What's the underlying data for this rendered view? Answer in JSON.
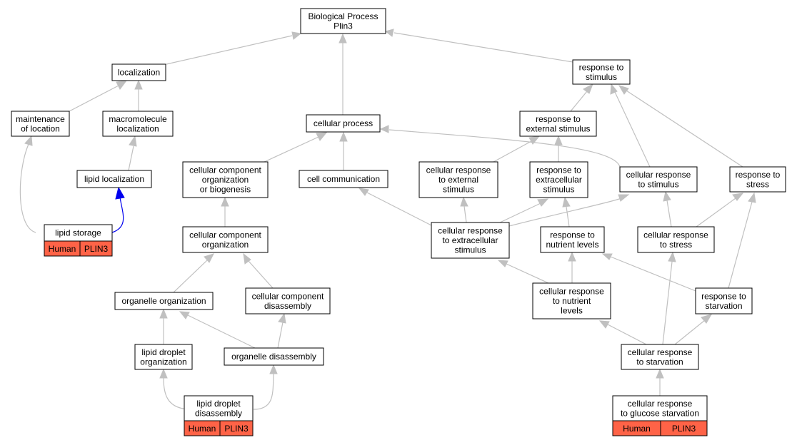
{
  "colors": {
    "edge": "#c0c0c0",
    "highlight_edge": "#0000ee",
    "annotation": "#ff6347"
  },
  "nodes": {
    "bp": [
      "Biological Process",
      "Plin3"
    ],
    "localization": [
      "localization"
    ],
    "response_to_stimulus": [
      "response to",
      "stimulus"
    ],
    "maintenance_of_location": [
      "maintenance",
      "of location"
    ],
    "macromolecule_localization": [
      "macromolecule",
      "localization"
    ],
    "cellular_process": [
      "cellular process"
    ],
    "response_to_external_stimulus": [
      "response to",
      "external stimulus"
    ],
    "lipid_localization": [
      "lipid localization"
    ],
    "ccob": [
      "cellular component",
      "organization",
      "or biogenesis"
    ],
    "cell_communication": [
      "cell communication"
    ],
    "cell_resp_external": [
      "cellular response",
      "to external",
      "stimulus"
    ],
    "resp_extracellular": [
      "response to",
      "extracellular",
      "stimulus"
    ],
    "cell_resp_stimulus": [
      "cellular response",
      "to stimulus"
    ],
    "response_to_stress": [
      "response to",
      "stress"
    ],
    "lipid_storage": [
      "lipid storage"
    ],
    "cc_organization": [
      "cellular component",
      "organization"
    ],
    "cell_resp_extracellular": [
      "cellular response",
      "to extracellular",
      "stimulus"
    ],
    "resp_nutrient": [
      "response to",
      "nutrient levels"
    ],
    "cell_resp_stress": [
      "cellular response",
      "to stress"
    ],
    "organelle_organization": [
      "organelle organization"
    ],
    "cc_disassembly": [
      "cellular component",
      "disassembly"
    ],
    "cell_resp_nutrient": [
      "cellular response",
      "to nutrient",
      "levels"
    ],
    "resp_starvation": [
      "response to",
      "starvation"
    ],
    "lipid_droplet_org": [
      "lipid droplet",
      "organization"
    ],
    "organelle_disassembly": [
      "organelle disassembly"
    ],
    "cell_resp_starvation": [
      "cellular response",
      "to starvation"
    ],
    "lipid_droplet_disassembly": [
      "lipid droplet",
      "disassembly"
    ],
    "cell_resp_glucose": [
      "cellular response",
      "to glucose starvation"
    ]
  },
  "annotations": {
    "lipid_storage": [
      "Human",
      "PLIN3"
    ],
    "lipid_droplet_disassembly": [
      "Human",
      "PLIN3"
    ],
    "cell_resp_glucose": [
      "Human",
      "PLIN3"
    ]
  }
}
